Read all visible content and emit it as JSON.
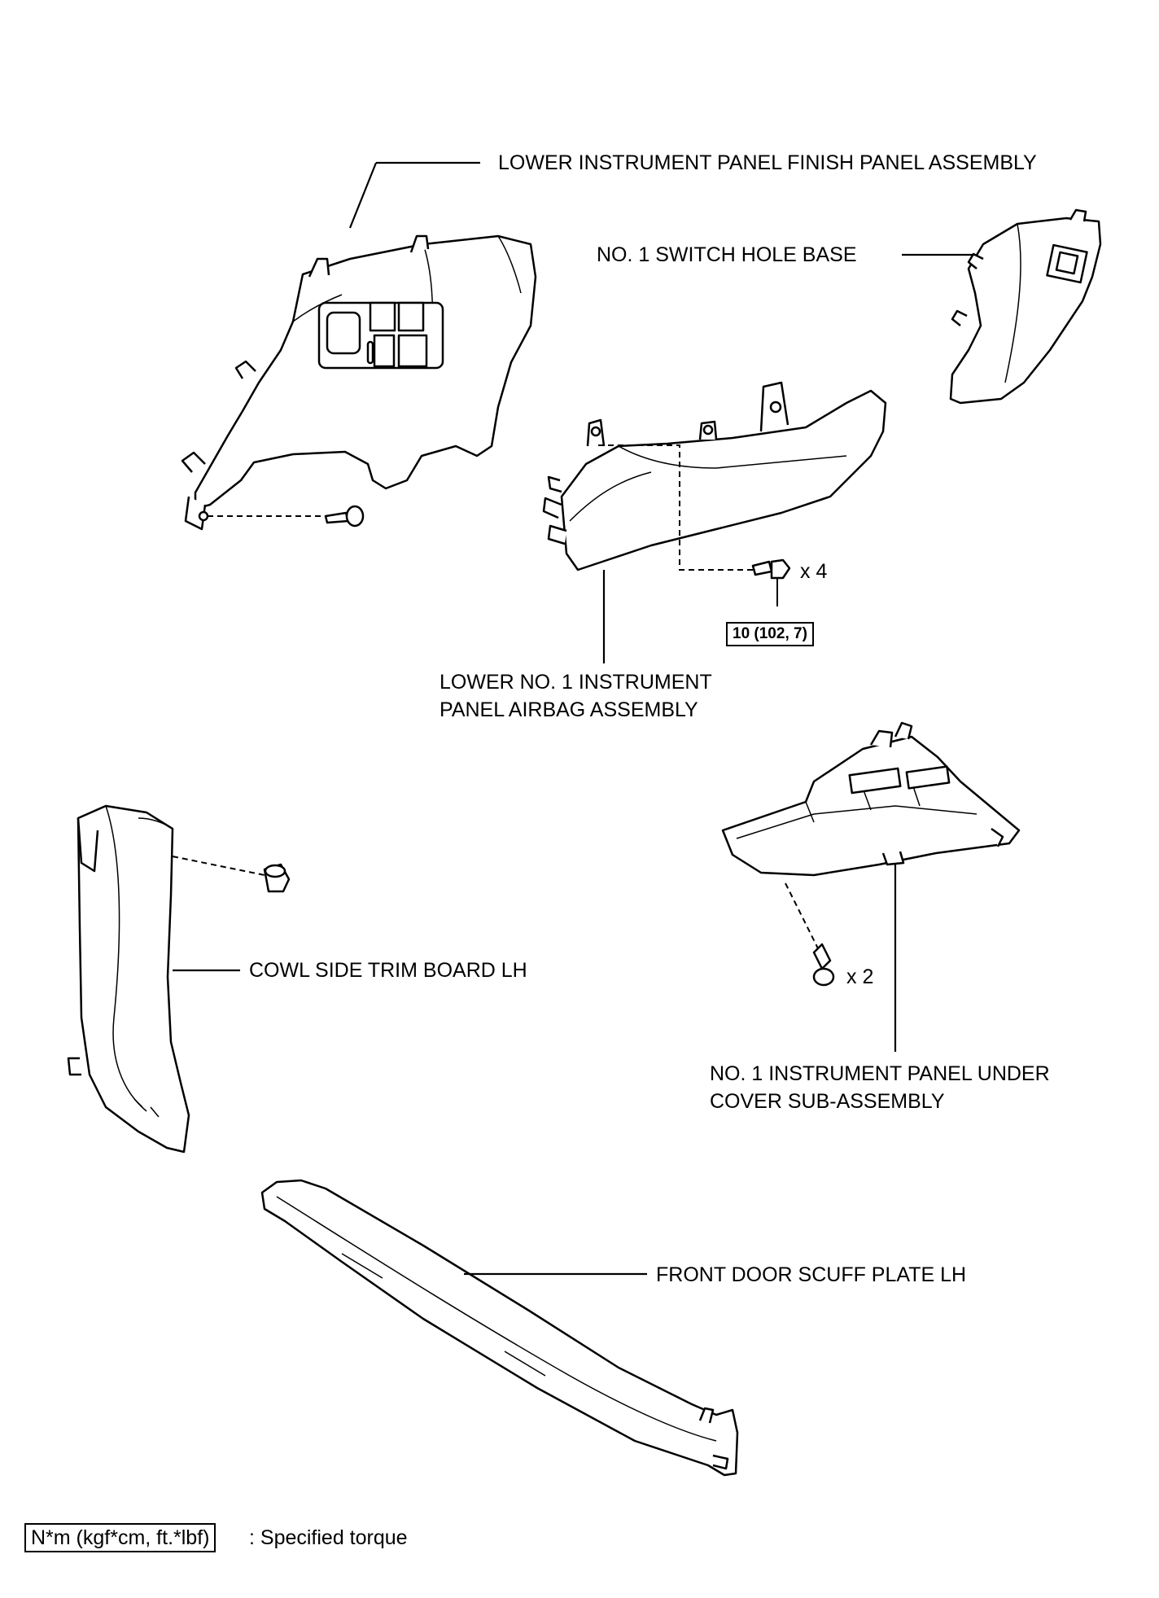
{
  "labels": {
    "lower_finish_panel": "LOWER INSTRUMENT PANEL FINISH PANEL ASSEMBLY",
    "switch_hole_base": "NO. 1 SWITCH HOLE BASE",
    "airbag_line1": "LOWER NO. 1 INSTRUMENT",
    "airbag_line2": "PANEL AIRBAG ASSEMBLY",
    "cowl_side": "COWL SIDE TRIM BOARD LH",
    "under_cover_line1": "NO. 1 INSTRUMENT PANEL UNDER",
    "under_cover_line2": "COVER SUB-ASSEMBLY",
    "scuff_plate": "FRONT DOOR SCUFF PLATE LH"
  },
  "quantities": {
    "airbag_bolts": "x 4",
    "under_cover_screws": "x 2"
  },
  "torque": {
    "airbag_bolt": "10 (102, 7)"
  },
  "legend": {
    "units": "N*m (kgf*cm, ft.*lbf)",
    "description": ": Specified torque"
  }
}
